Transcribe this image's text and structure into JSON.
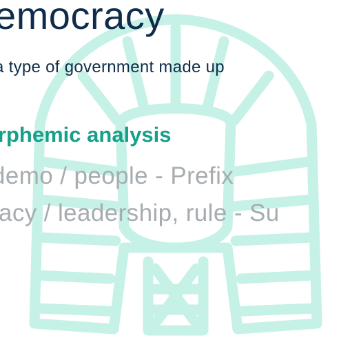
{
  "slide": {
    "title": "emocracy",
    "definition": "a type of government made up",
    "analysis_heading": "orphemic analysis",
    "morphemes": [
      "demo / people - Prefix",
      "cracy / leadership, rule - Su"
    ]
  },
  "colors": {
    "title": "#0f2d4a",
    "heading_accent": "#15a089",
    "morpheme_text": "#a7acb0",
    "watermark": "#c6f1e6"
  },
  "icons": {
    "watermark": "pharaoh-headdress-icon"
  }
}
